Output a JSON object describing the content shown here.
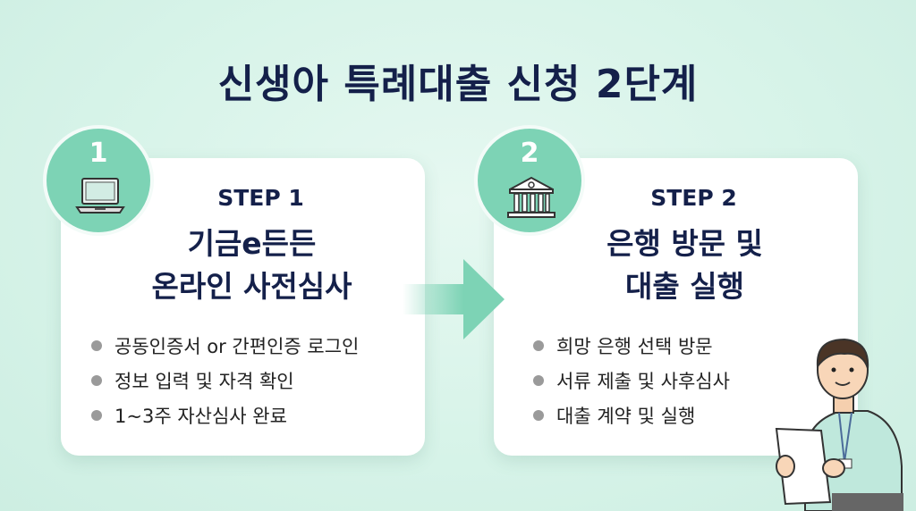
{
  "title": "신생아 특례대출 신청 2단계",
  "steps": [
    {
      "number": "1",
      "icon": "laptop-icon",
      "label": "STEP 1",
      "heading": [
        "기금e든든",
        "온라인 사전심사"
      ],
      "bullets": [
        "공동인증서 or 간편인증 로그인",
        "정보 입력 및 자격 확인",
        "1~3주 자산심사 완료"
      ]
    },
    {
      "number": "2",
      "icon": "bank-icon",
      "label": "STEP 2",
      "heading": [
        "은행 방문 및",
        "대출 실행"
      ],
      "bullets": [
        "희망 은행 선택 방문",
        "서류 제출 및 사후심사",
        "대출 계약 및 실행"
      ]
    }
  ],
  "colors": {
    "accent": "#7dd3b5",
    "navy": "#14204a",
    "background": "#d9f4ea"
  }
}
